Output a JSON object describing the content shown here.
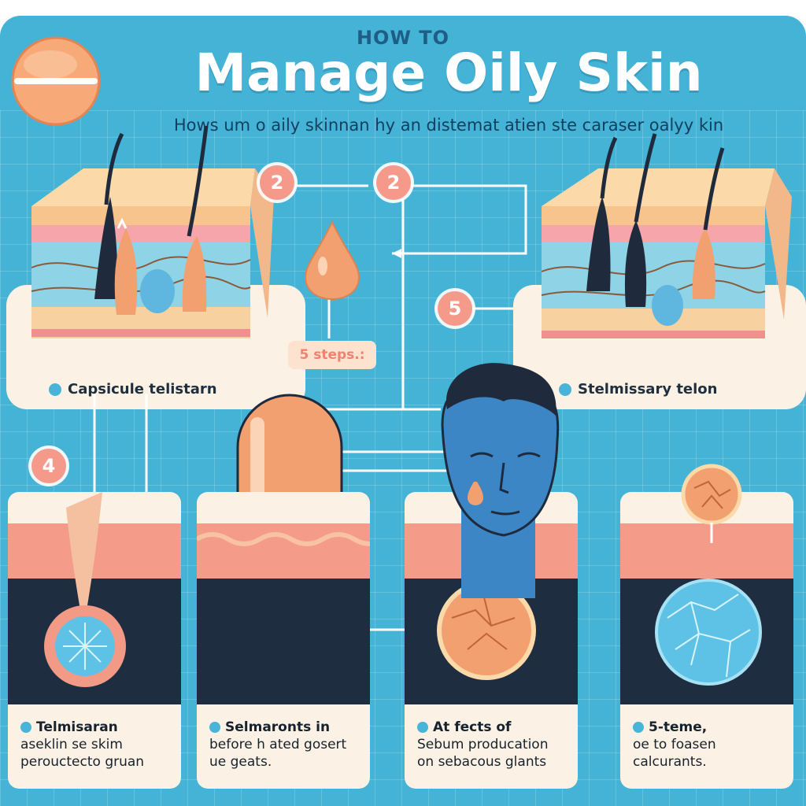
{
  "header": {
    "kicker": "HOW TO",
    "title": "Manage Oily Skin",
    "subtitle": "Hows um o aily skinnan  hy an distemat atien ste caraser oalyy kin"
  },
  "badges": {
    "b_left": "2",
    "b_mid": "2",
    "b_right": "5",
    "b_four": "4"
  },
  "steps_tag": "5 steps.:",
  "skin_blocks": {
    "left_label": "Capsicule telistarn",
    "right_label": "Stelmissary telon"
  },
  "cards": [
    {
      "lines": [
        "Telmisaran",
        "aseklin se skim",
        "perouctecto gruan"
      ]
    },
    {
      "lines": [
        "Selmaronts in",
        "before h ated gosert",
        "ue geats."
      ]
    },
    {
      "lines": [
        "At fects of",
        "Sebum producation",
        "on sebacous glants"
      ]
    },
    {
      "lines": [
        "5-teme,",
        "oe to foasen",
        "calcurants."
      ]
    }
  ],
  "colors": {
    "background": "#44b3d6",
    "accent": "#f59a8b",
    "card": "#fbf1e4",
    "pill_orange": "#f2a070",
    "pill_blue": "#3fa9d6"
  }
}
